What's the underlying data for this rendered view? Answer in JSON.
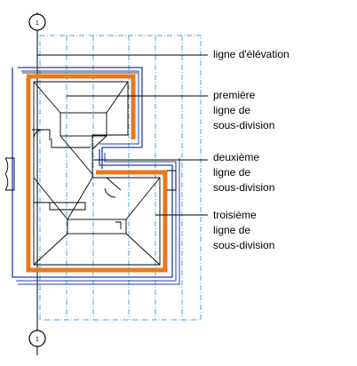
{
  "labels": {
    "elevation_line": [
      "ligne d'élévation"
    ],
    "first_subdivision": [
      "première",
      "ligne de",
      "sous-division"
    ],
    "second_subdivision": [
      "deuxième",
      "ligne de",
      "sous-division"
    ],
    "third_subdivision": [
      "troisième",
      "ligne de",
      "sous-division"
    ]
  },
  "markers": {
    "top_symbol": "1",
    "bottom_symbol": "1"
  },
  "colors": {
    "wall_outline": "#1f3fa8",
    "wall_fill": "#e8781e",
    "grid_lines": "#4aa8d8",
    "drawing": "#000000"
  }
}
